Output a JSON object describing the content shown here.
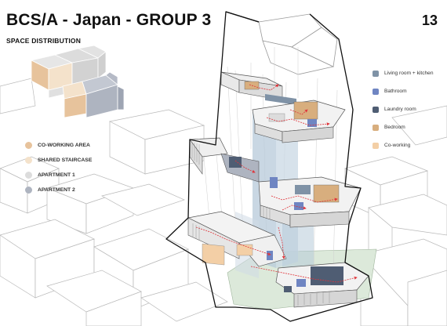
{
  "header": {
    "title": "BCS/A - Japan - GROUP 3",
    "page_number": "13",
    "subtitle": "SPACE DISTRIBUTION"
  },
  "legend_left": {
    "items": [
      {
        "label": "CO-WORKING AREA",
        "color": "#E7C39C"
      },
      {
        "label": "SHARED STAIRCASE",
        "color": "#F4E2CB"
      },
      {
        "label": "APARTMENT 1",
        "color": "#DCDCDC"
      },
      {
        "label": "APARTMENT 2",
        "color": "#AEB4C0"
      }
    ]
  },
  "legend_right": {
    "items": [
      {
        "label": "Living room + kitchen",
        "color": "#7F92A6"
      },
      {
        "label": "Bathroom",
        "color": "#6F85C2"
      },
      {
        "label": "Laundry room",
        "color": "#4F5D73"
      },
      {
        "label": "Bedroom",
        "color": "#D8AE7E"
      },
      {
        "label": "Co-working",
        "color": "#F3CFA6"
      }
    ]
  },
  "colors": {
    "circulation": "#E0353B",
    "outline": "#111111",
    "glass": "#B7CAD9",
    "ground": "#DCE9DA"
  }
}
